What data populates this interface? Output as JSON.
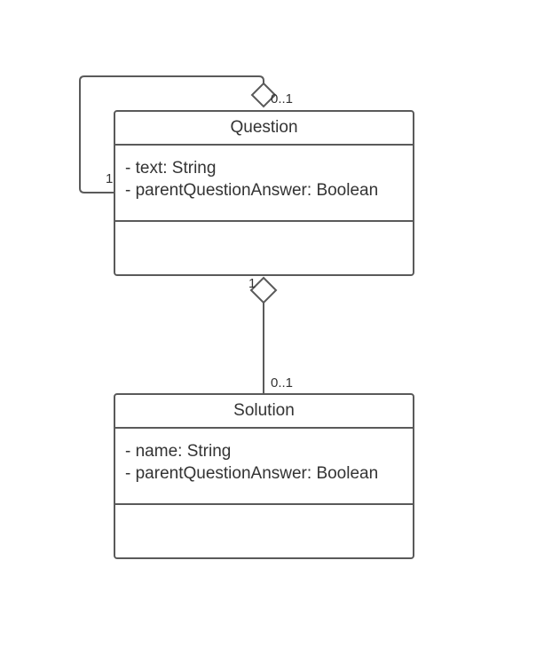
{
  "classes": {
    "question": {
      "name": "Question",
      "attributes": [
        "- text: String",
        "- parentQuestionAnswer: Boolean"
      ]
    },
    "solution": {
      "name": "Solution",
      "attributes": [
        "- name: String",
        "- parentQuestionAnswer: Boolean"
      ]
    }
  },
  "relations": {
    "self_aggregation": {
      "whole_multiplicity": "0..1",
      "part_multiplicity": "1"
    },
    "question_solution": {
      "whole_multiplicity": "1",
      "part_multiplicity": "0..1"
    }
  },
  "colors": {
    "line": "#5a5a5a",
    "text": "#333333"
  }
}
